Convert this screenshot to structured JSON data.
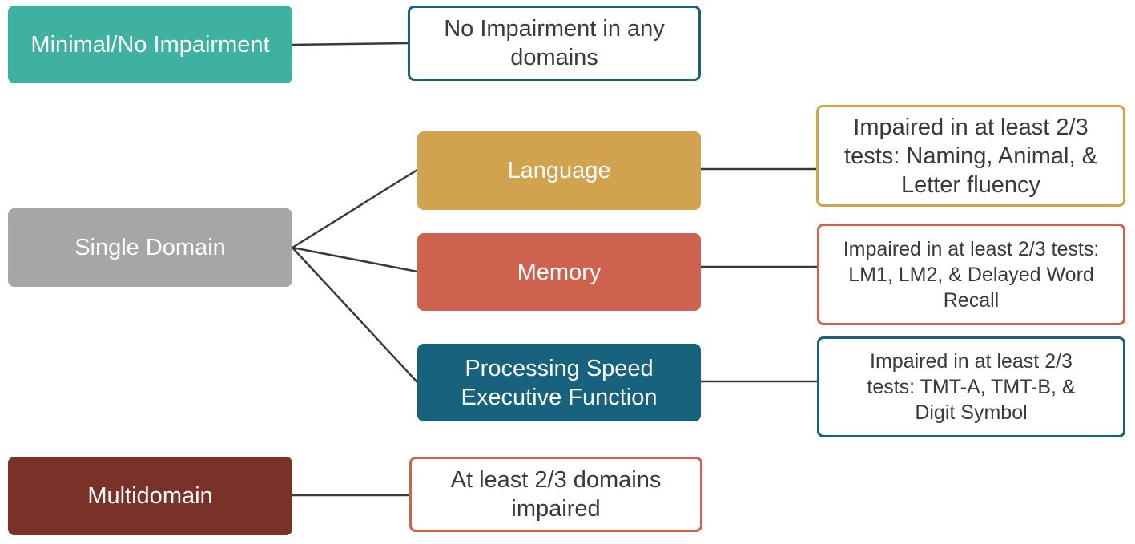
{
  "colors": {
    "teal": "#3eb1a0",
    "gray": "#a6a6a6",
    "dark_red": "#7a3228",
    "gold": "#d2a34f",
    "coral": "#cd634f",
    "dark_teal": "#17627c",
    "navy_border": "#1f5e79",
    "connector": "#3a3a3a"
  },
  "categories": {
    "minimal": {
      "label": "Minimal/No Impairment",
      "description": "No Impairment in any domains"
    },
    "single": {
      "label": "Single Domain"
    },
    "multi": {
      "label": "Multidomain",
      "description": "At least 2/3 domains impaired"
    }
  },
  "domains": {
    "language": {
      "label": "Language",
      "criteria": "Impaired in at least 2/3 tests: Naming, Animal, & Letter fluency"
    },
    "memory": {
      "label": "Memory",
      "criteria": "Impaired in at least 2/3 tests: LM1, LM2, & Delayed Word Recall"
    },
    "processing": {
      "label": "Processing Speed Executive Function",
      "criteria": "Impaired in at least 2/3 tests: TMT-A, TMT-B, & Digit Symbol"
    }
  }
}
